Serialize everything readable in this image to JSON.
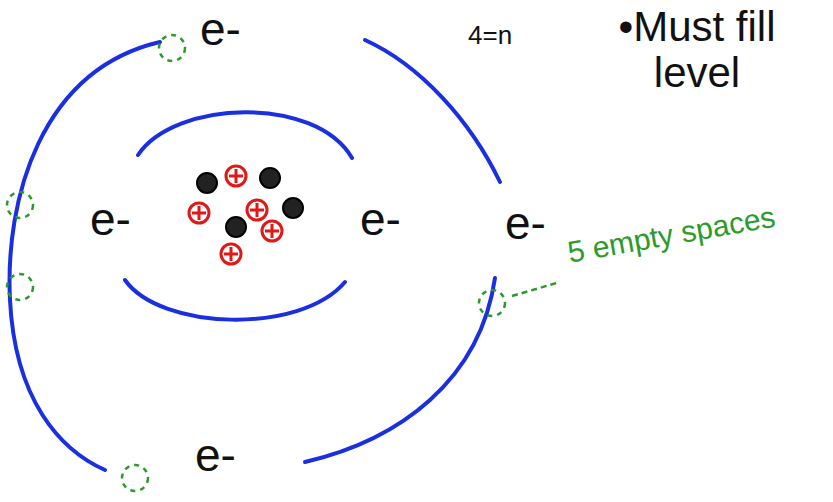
{
  "diagram": {
    "labels": [
      "e-",
      "4=n",
      "•Must fill level",
      "e-",
      "e-",
      "e-",
      "5 empty spaces",
      "e-"
    ]
  }
}
